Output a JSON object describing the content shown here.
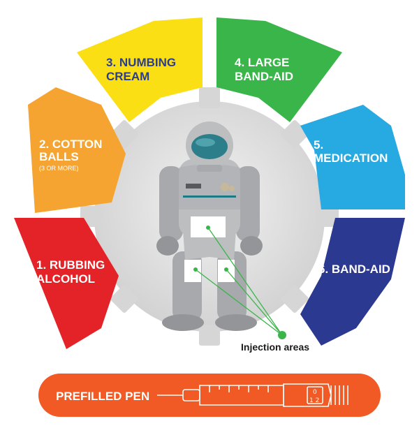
{
  "segments": [
    {
      "id": "rubbing-alcohol",
      "line1": "1. RUBBING",
      "line2": "ALCOHOL",
      "sub": "",
      "color": "#e42328"
    },
    {
      "id": "cotton-balls",
      "line1": "2. COTTON",
      "line2": "BALLS",
      "sub": "(3 OR MORE)",
      "color": "#f5a431"
    },
    {
      "id": "numbing-cream",
      "line1": "3. NUMBING",
      "line2": "CREAM",
      "sub": "",
      "color": "#fadf15",
      "text_color": "#2c3d8f"
    },
    {
      "id": "large-band-aid",
      "line1": "4. LARGE",
      "line2": "BAND-AID",
      "sub": "",
      "color": "#39b54a"
    },
    {
      "id": "medication",
      "line1": "5.",
      "line2": "MEDICATION",
      "sub": "",
      "color": "#27a9e1"
    },
    {
      "id": "band-aid",
      "line1": "6. BAND-AID",
      "line2": "",
      "sub": "",
      "color": "#2b3990"
    }
  ],
  "injection_label": "Injection areas",
  "pen": {
    "label": "PREFILLED PEN",
    "color": "#f15a24",
    "dial_top": "0",
    "dial_bottom": "1 2"
  },
  "colors": {
    "gear": "#d9d9d9",
    "astronaut_body": "#a7a9ac",
    "visor": "#2c7f8a",
    "leader_lines": "#39b54a"
  }
}
